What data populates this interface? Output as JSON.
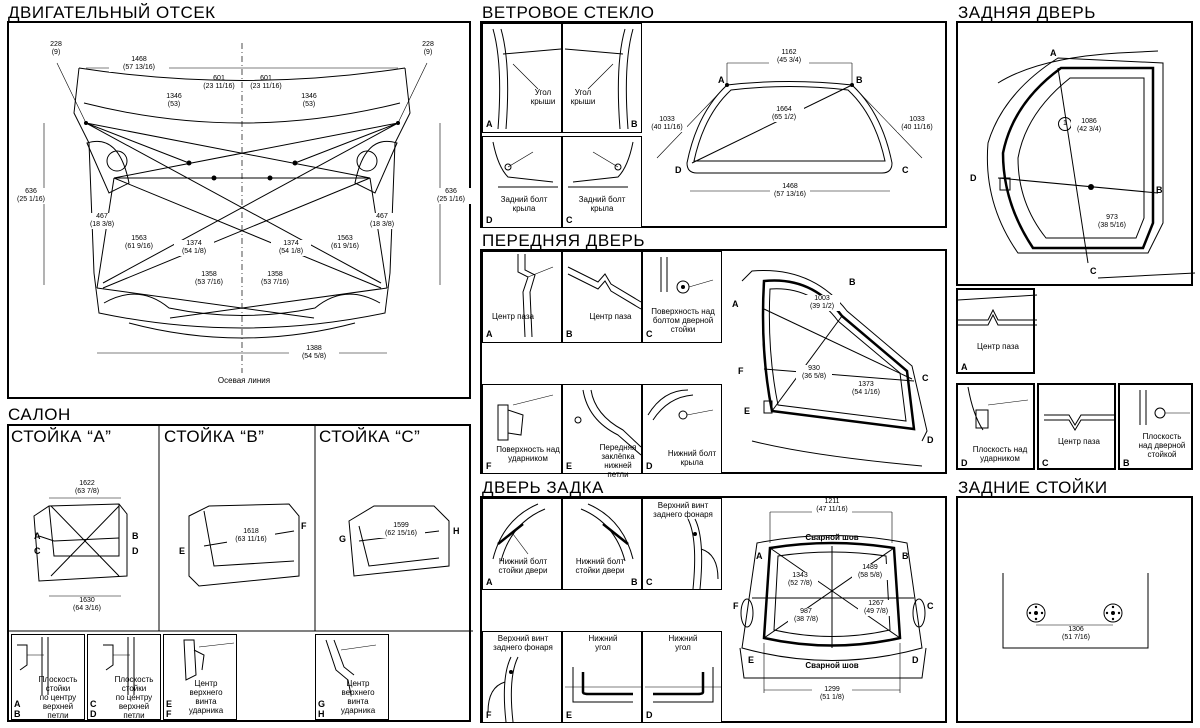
{
  "titles": {
    "engine": "ДВИГАТЕЛЬНЫЙ ОТСЕК",
    "windshield": "ВЕТРОВОЕ СТЕКЛО",
    "rear_door": "ЗАДНЯЯ ДВЕРЬ",
    "front_door": "ПЕРЕДНЯЯ ДВЕРЬ",
    "salon": "САЛОН",
    "pillar_a": "СТОЙКА “А”",
    "pillar_b": "СТОЙКА “В”",
    "pillar_c": "СТОЙКА “С”",
    "tailgate": "ДВЕРЬ ЗАДКА",
    "rear_pillars": "ЗАДНИЕ СТОЙКИ"
  },
  "engine": {
    "d228_l": "228\n(9)",
    "d228_r": "228\n(9)",
    "d1468": "1468\n(57 13/16)",
    "d1346_l": "1346\n(53)",
    "d1346_r": "1346\n(53)",
    "d601_l": "601\n(23 11/16)",
    "d601_r": "601\n(23 11/16)",
    "d636_l": "636\n(25 1/16)",
    "d636_r": "636\n(25 1/16)",
    "d467_l": "467\n(18 3/8)",
    "d467_r": "467\n(18 3/8)",
    "d1563_l": "1563\n(61 9/16)",
    "d1563_r": "1563\n(61 9/16)",
    "d1374_l": "1374\n(54 1/8)",
    "d1374_r": "1374\n(54 1/8)",
    "d1358_l": "1358\n(53 7/16)",
    "d1358_r": "1358\n(53 7/16)",
    "d1388": "1388\n(54 5/8)",
    "axis": "Осевая линия"
  },
  "windshield": {
    "a_label": "Угол\nкрыши",
    "a_letter": "A",
    "b_label": "Угол\nкрыши",
    "b_letter": "B",
    "d_label": "Задний болт\nкрыла",
    "d_letter": "D",
    "c_label": "Задний болт\nкрыла",
    "c_letter": "C",
    "d1162": "1162\n(45 3/4)",
    "d1664": "1664\n(65 1/2)",
    "d1033_l": "1033\n(40 11/16)",
    "d1033_r": "1033\n(40 11/16)",
    "d1468": "1468\n(57 13/16)",
    "pA": "A",
    "pB": "B",
    "pC": "C",
    "pD": "D"
  },
  "rear_door": {
    "pA": "A",
    "pB": "B",
    "pC": "C",
    "pD": "D",
    "d1086": "1086\n(42 3/4)",
    "circle": "1",
    "d973": "973\n(38 5/16)",
    "a_label": "Центр паза",
    "a_letter": "A",
    "d_label": "Плоскость над\nударником",
    "d_letter": "D",
    "c_label": "Центр паза",
    "c_letter": "C",
    "b_label": "Плоскость\nнад дверной\nстойкой",
    "b_letter": "B"
  },
  "front_door": {
    "a_label": "Центр паза",
    "a_letter": "A",
    "b_label": "Центр паза",
    "b_letter": "B",
    "c_label": "Поверхность над\nболтом дверной\nстойки",
    "c_letter": "C",
    "f_label": "Поверхность над\nударником",
    "f_letter": "F",
    "e_label": "Передняя\nзаклёпка\nнижней петли",
    "e_letter": "E",
    "d_label": "Нижний болт\nкрыла",
    "d_letter": "D",
    "d1003": "1003\n(39 1/2)",
    "d930": "930\n(36 5/8)",
    "d1373": "1373\n(54 1/16)",
    "pA": "A",
    "pB": "B",
    "pC": "C",
    "pD": "D",
    "pE": "E",
    "pF": "F"
  },
  "salon": {
    "a_d1622": "1622\n(63 7/8)",
    "a_d1630": "1630\n(64 3/16)",
    "a_pA": "A",
    "a_pB": "B",
    "a_pC": "C",
    "a_pD": "D",
    "b_d1618": "1618\n(63 11/16)",
    "b_pE": "E",
    "b_pF": "F",
    "c_d1599": "1599\n(62 15/16)",
    "c_pG": "G",
    "c_pH": "H",
    "s1_label": "Плоскость\nстойки\nпо центру\nверхней\nпетли",
    "s1_letter": "A\nB",
    "s2_label": "Плоскость\nстойки\nпо центру\nверхней\nпетли",
    "s2_letter": "C\nD",
    "s3_label": "Центр\nверхнего\nвинта\nударника",
    "s3_letter": "E\nF",
    "s4_label": "Центр\nверхнего\nвинта\nударника",
    "s4_letter": "G\nH"
  },
  "tailgate": {
    "a_label": "Нижний болт\nстойки двери",
    "a_letter": "A",
    "b_label": "Нижний болт\nстойки двери",
    "b_letter": "B",
    "c_label": "Верхний винт\nзаднего фонаря",
    "c_letter": "C",
    "f_label": "Верхний винт\nзаднего фонаря",
    "f_letter": "F",
    "e_label": "Нижний\nугол",
    "e_letter": "E",
    "d_label": "Нижний\nугол",
    "d_letter": "D",
    "d1211": "1211\n(47 11/16)",
    "weld_top": "Сварной шов",
    "weld_bottom": "Сварной шов",
    "d1343": "1343\n(52 7/8)",
    "d1489": "1489\n(58 5/8)",
    "d1267": "1267\n(49 7/8)",
    "d987": "987\n(38 7/8)",
    "d1299": "1299\n(51 1/8)",
    "pA": "A",
    "pB": "B",
    "pC": "C",
    "pD": "D",
    "pE": "E",
    "pF": "F"
  },
  "rear_pillars": {
    "d1306": "1306\n(51 7/16)"
  }
}
